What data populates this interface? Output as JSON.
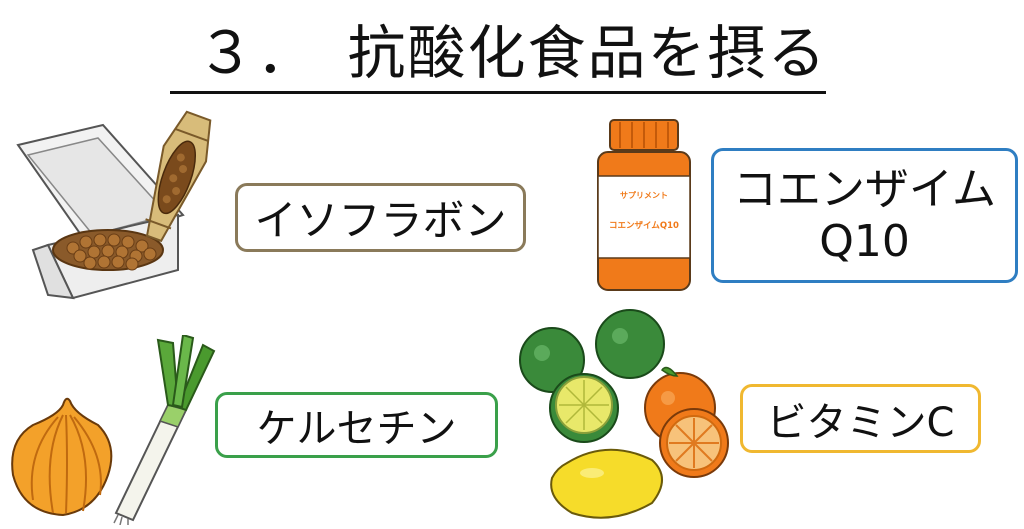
{
  "title": "３．　抗酸化食品を摂る",
  "items": [
    {
      "label": "イソフラボン",
      "border_color": "#8a7a5a",
      "illustration": "natto-icon"
    },
    {
      "label_line1": "コエンザイム",
      "label_line2": "Q10",
      "border_color": "#2f7ec2",
      "illustration": "supplement-bottle-icon",
      "bottle_label_small": "サプリメント",
      "bottle_label_main": "コエンザイムQ10"
    },
    {
      "label": "ケルセチン",
      "border_color": "#3aa04a",
      "illustration": "onion-leek-icon"
    },
    {
      "label": "ビタミンC",
      "border_color": "#f0b830",
      "illustration": "citrus-fruits-icon"
    }
  ]
}
